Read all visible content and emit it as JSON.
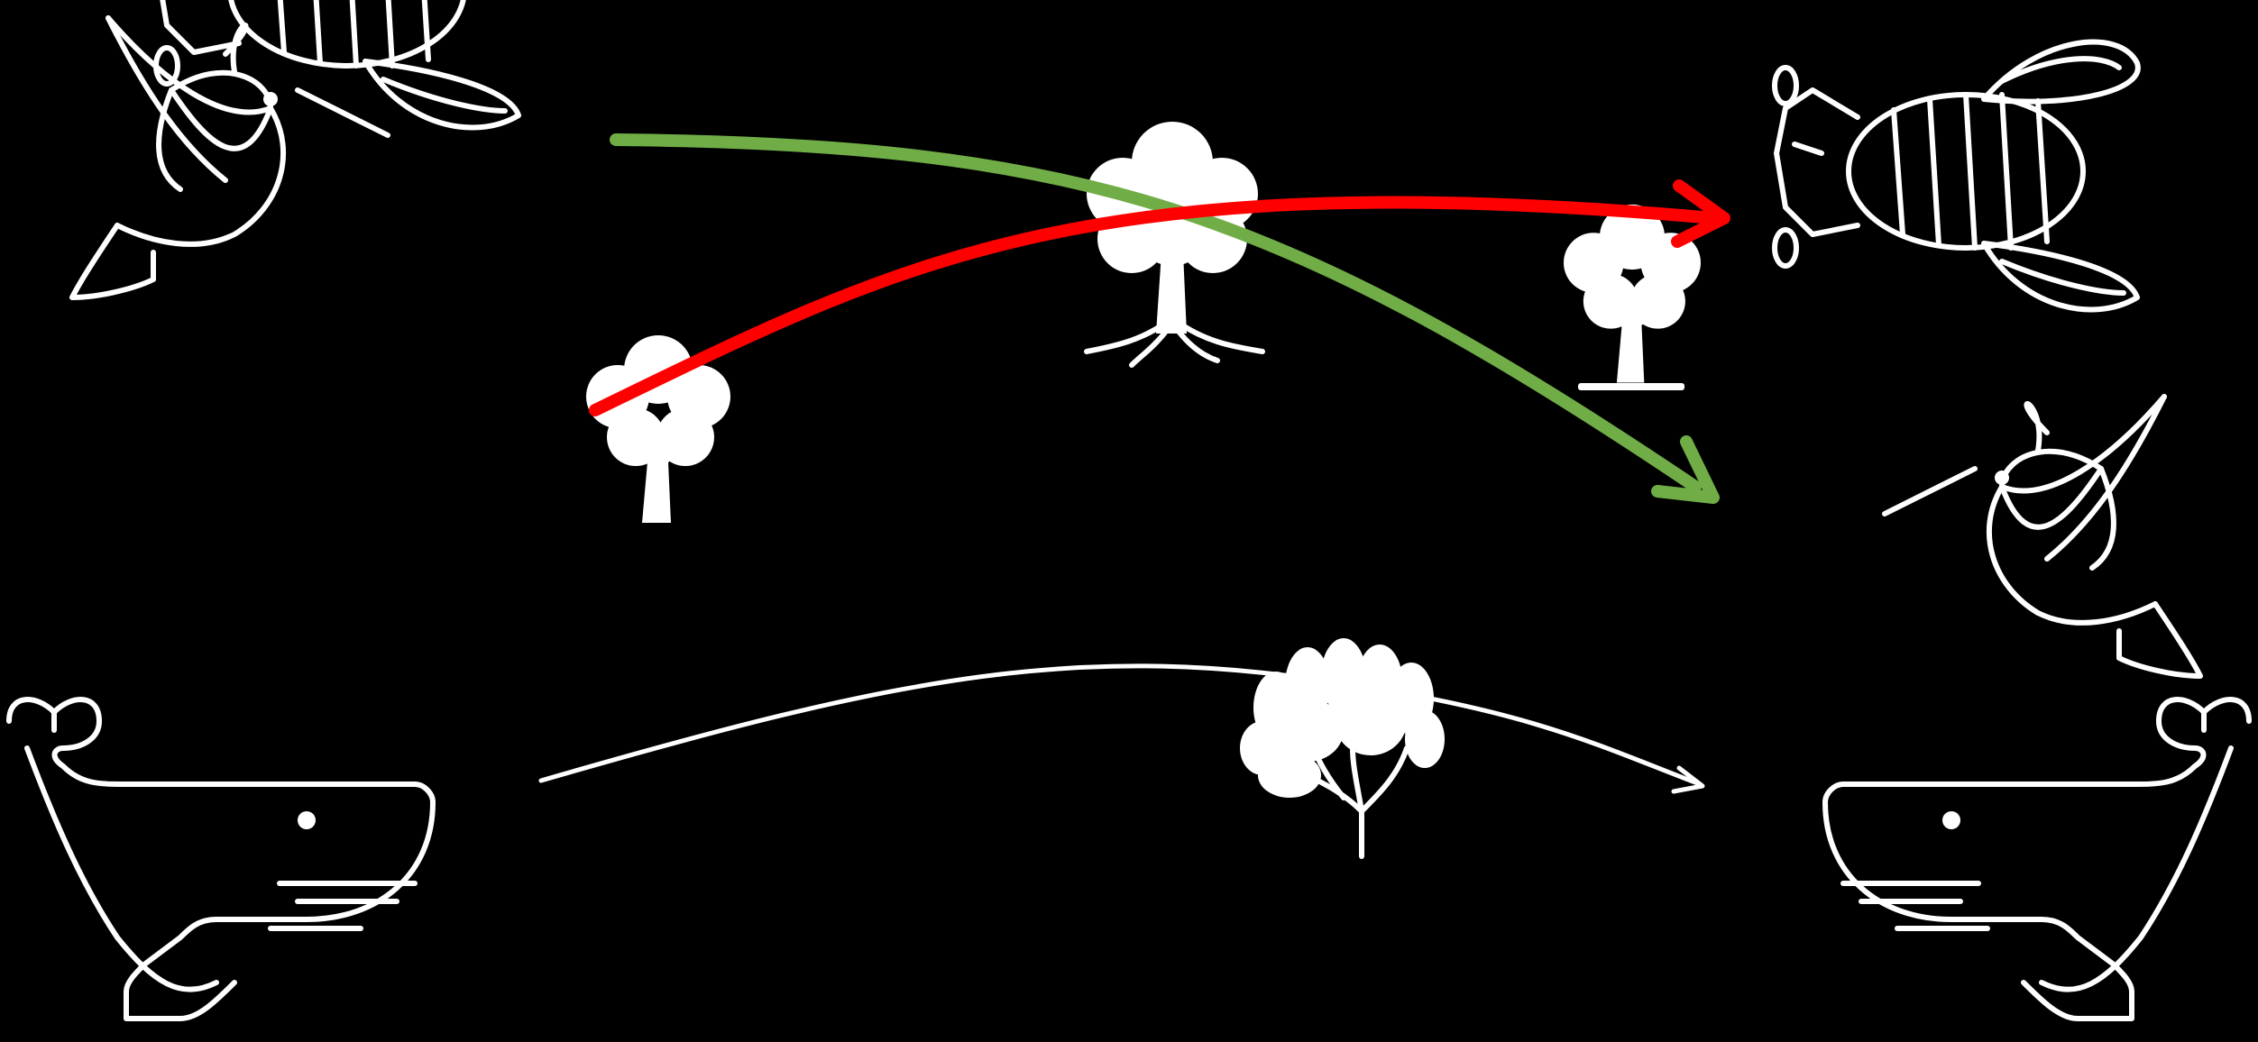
{
  "diagram": {
    "background": "#000000",
    "icon_color": "#ffffff",
    "left_column": [
      {
        "id": "hummingbird-left",
        "icon": "hummingbird-icon"
      },
      {
        "id": "bee-left",
        "icon": "bee-icon"
      },
      {
        "id": "whale-left",
        "icon": "whale-icon"
      }
    ],
    "right_column": [
      {
        "id": "bee-right",
        "icon": "bee-icon"
      },
      {
        "id": "hummingbird-right",
        "icon": "hummingbird-icon"
      },
      {
        "id": "whale-right",
        "icon": "whale-icon"
      }
    ],
    "trees": [
      {
        "id": "tree-small-left",
        "icon": "tree-icon"
      },
      {
        "id": "tree-large-middle",
        "icon": "tree-with-roots-icon"
      },
      {
        "id": "tree-small-right",
        "icon": "tree-icon"
      },
      {
        "id": "tree-bushy-bottom",
        "icon": "bushy-tree-icon"
      }
    ],
    "arrows": [
      {
        "id": "arrow-green",
        "from": "hummingbird-left",
        "to": "hummingbird-right",
        "color": "#70ad47"
      },
      {
        "id": "arrow-red",
        "from": "bee-left",
        "to": "bee-right",
        "color": "#ff0000"
      },
      {
        "id": "arrow-white",
        "from": "whale-left",
        "to": "whale-right",
        "color": "#ffffff"
      }
    ]
  }
}
